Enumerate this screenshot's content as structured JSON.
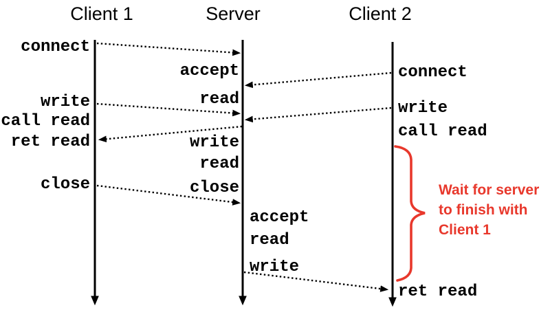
{
  "diagram_type": "client-server sequence diagram",
  "colors": {
    "ink": "#000000",
    "accent_red": "#e8382c",
    "background": "#ffffff"
  },
  "lifelines": [
    {
      "id": "client1",
      "title": "Client 1"
    },
    {
      "id": "server",
      "title": "Server"
    },
    {
      "id": "client2",
      "title": "Client 2"
    }
  ],
  "events": {
    "client1": {
      "connect": "connect",
      "write": "write",
      "call_read": "call read",
      "ret_read": "ret read",
      "close": "close"
    },
    "server_conn1": {
      "accept": "accept",
      "read1": "read",
      "write": "write",
      "read2": "read",
      "close": "close"
    },
    "server_conn2": {
      "accept": "accept",
      "read": "read",
      "write": "write"
    },
    "client2": {
      "connect": "connect",
      "write": "write",
      "call_read": "call read",
      "ret_read": "ret read"
    }
  },
  "messages": [
    {
      "from": "client1",
      "to": "server",
      "event": "connect"
    },
    {
      "from": "client2",
      "to": "server",
      "event": "connect"
    },
    {
      "from": "client1",
      "to": "server",
      "event": "write"
    },
    {
      "from": "client2",
      "to": "server",
      "event": "write"
    },
    {
      "from": "server",
      "to": "client1",
      "event": "write / ret read"
    },
    {
      "from": "client1",
      "to": "server",
      "event": "close"
    },
    {
      "from": "server",
      "to": "client2",
      "event": "write / ret read"
    }
  ],
  "annotation": {
    "lines": [
      "Wait for server",
      "to finish with",
      "Client 1"
    ],
    "full_text": "Wait for server to finish with Client 1"
  }
}
